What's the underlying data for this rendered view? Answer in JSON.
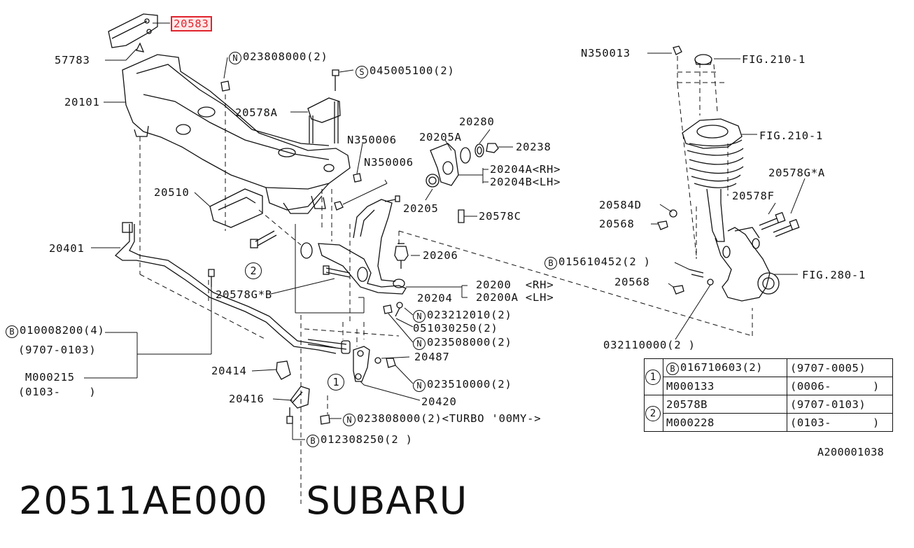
{
  "labels": {
    "l20583": "20583",
    "l57783": "57783",
    "l20101": "20101",
    "l023808000_top": "023808000(2)",
    "l045005100": "045005100(2)",
    "l20578A": "20578A",
    "lN350006a": "N350006",
    "lN350006b": "N350006",
    "l20510": "20510",
    "l20401": "20401",
    "l20578GB": "20578G*B",
    "l010008200": "010008200(4)",
    "l9707_0103": "(9707-0103)",
    "lM000215": "M000215",
    "l0103": "(0103-    )",
    "l20414": "20414",
    "l20416": "20416",
    "l023808000_turbo": "023808000(2)<TURBO '00MY->",
    "l012308250": "012308250(2 )",
    "l20420": "20420",
    "l20487": "20487",
    "l023510000": "023510000(2)",
    "l023508000": "023508000(2)",
    "l051030250": "051030250(2)",
    "l023212010": "023212010(2)",
    "l20204": "20204",
    "l20200": "20200  <RH>",
    "l20200A": "20200A <LH>",
    "l20206": "20206",
    "l20578C": "20578C",
    "l20205": "20205",
    "l20205A": "20205A",
    "l20280": "20280",
    "l20238": "20238",
    "l20204A": "20204A<RH>",
    "l20204B": "20204B<LH>",
    "lN350013": "N350013",
    "lFIG2101a": "FIG.210-1",
    "lFIG2101b": "FIG.210-1",
    "l20578GA": "20578G*A",
    "l20578F": "20578F",
    "l20584D": "20584D",
    "l20568a": "20568",
    "l015610452": "015610452(2 )",
    "l20568b": "20568",
    "lFIG2801": "FIG.280-1",
    "l032110000": "032110000(2 )"
  },
  "callouts": {
    "one": "1",
    "two": "2"
  },
  "prefixes": {
    "N": "N",
    "S": "S",
    "B": "B"
  },
  "legend": {
    "rows": [
      {
        "group": "1",
        "part": "016710603(2)",
        "prefix": "B",
        "range": "(9707-0005)"
      },
      {
        "group": "",
        "part": "M000133",
        "prefix": "",
        "range": "(0006-      )"
      },
      {
        "group": "2",
        "part": "20578B",
        "prefix": "",
        "range": "(9707-0103)"
      },
      {
        "group": "",
        "part": "M000228",
        "prefix": "",
        "range": "(0103-      )"
      }
    ]
  },
  "reference_code": "A200001038",
  "footer": {
    "part_number": "20511AE000",
    "brand": "SUBARU"
  },
  "colors": {
    "highlight": "#e0242e",
    "line": "#111111"
  }
}
